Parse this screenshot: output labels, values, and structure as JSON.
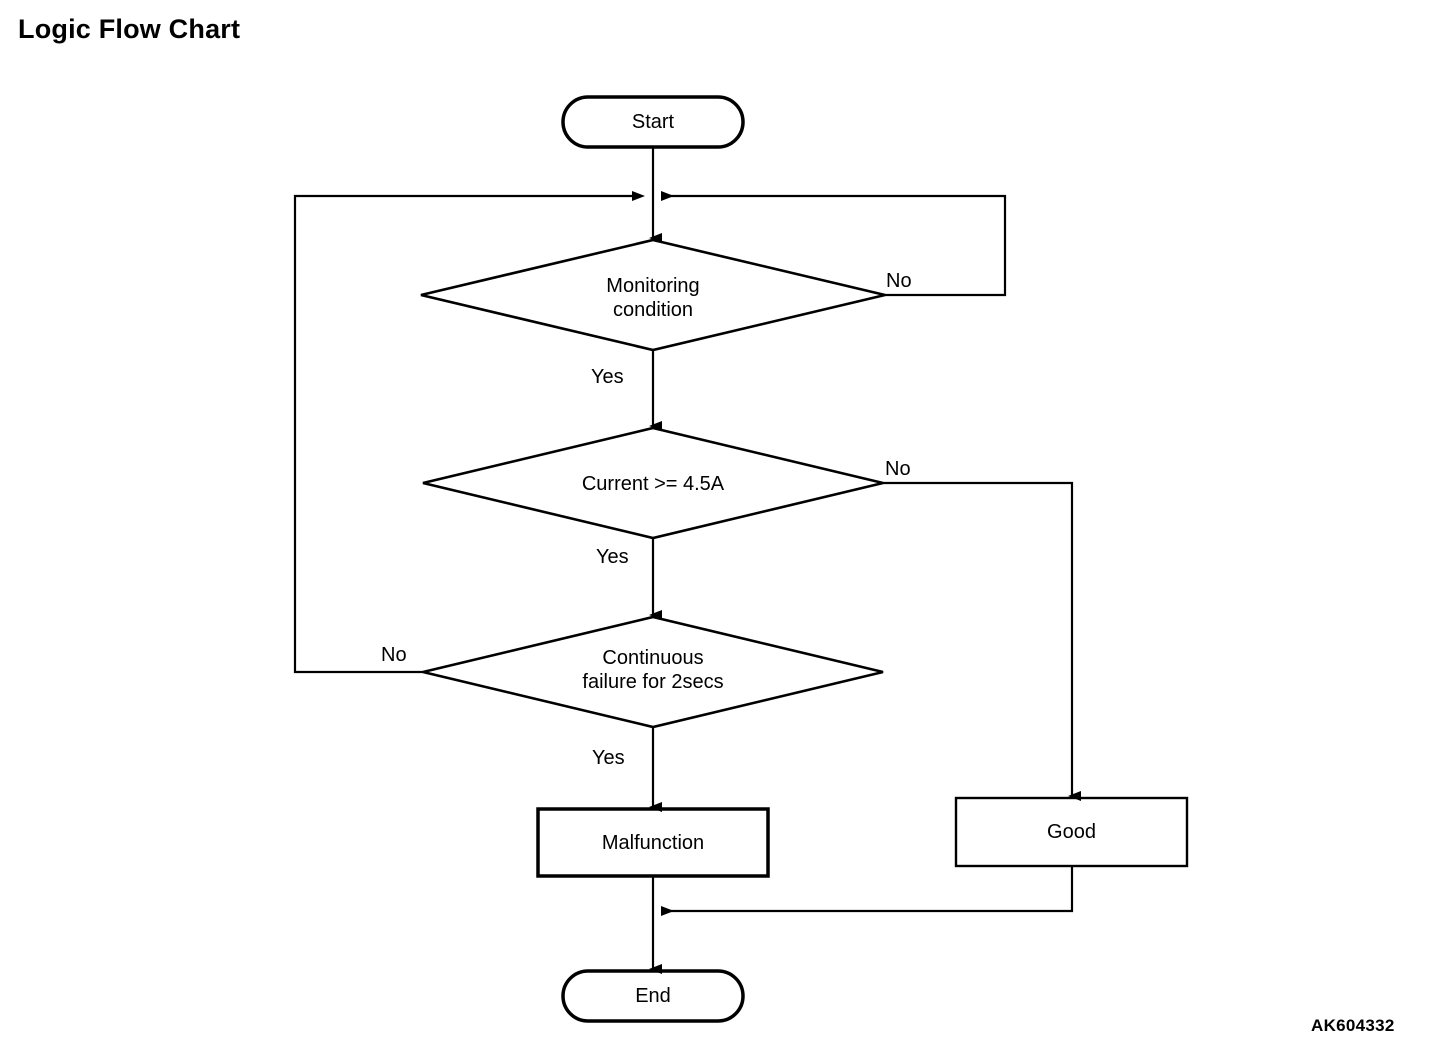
{
  "page": {
    "title": "Logic Flow Chart",
    "reference_code": "AK604332",
    "background_color": "#ffffff",
    "line_color": "#000000"
  },
  "chart_data": {
    "type": "diagram",
    "diagram_kind": "flowchart",
    "title": "Logic Flow Chart",
    "nodes": [
      {
        "id": "start",
        "shape": "stadium",
        "label": "Start"
      },
      {
        "id": "monitoring",
        "shape": "diamond",
        "label": "Monitoring\ncondition"
      },
      {
        "id": "current",
        "shape": "diamond",
        "label": "Current >= 4.5A"
      },
      {
        "id": "continuous",
        "shape": "diamond",
        "label": "Continuous\nfailure for 2secs"
      },
      {
        "id": "malfunction",
        "shape": "rectangle",
        "label": "Malfunction"
      },
      {
        "id": "good",
        "shape": "rectangle",
        "label": "Good"
      },
      {
        "id": "end",
        "shape": "stadium",
        "label": "End"
      }
    ],
    "edges": [
      {
        "from": "start",
        "to": "monitoring",
        "label": ""
      },
      {
        "from": "monitoring",
        "to": "monitoring",
        "label": "No",
        "route": "right-loop-back-to-entry"
      },
      {
        "from": "monitoring",
        "to": "current",
        "label": "Yes"
      },
      {
        "from": "current",
        "to": "good",
        "label": "No",
        "route": "right-down"
      },
      {
        "from": "current",
        "to": "continuous",
        "label": "Yes"
      },
      {
        "from": "continuous",
        "to": "monitoring",
        "label": "No",
        "route": "left-up-loop-back-to-entry"
      },
      {
        "from": "continuous",
        "to": "malfunction",
        "label": "Yes"
      },
      {
        "from": "malfunction",
        "to": "end",
        "label": ""
      },
      {
        "from": "good",
        "to": "end",
        "label": "",
        "route": "down-left-merge"
      }
    ],
    "labels": {
      "start": "Start",
      "monitoring_line1": "Monitoring",
      "monitoring_line2": "condition",
      "current": "Current >= 4.5A",
      "continuous_line1": "Continuous",
      "continuous_line2": "failure for 2secs",
      "malfunction": "Malfunction",
      "good": "Good",
      "end": "End",
      "yes_1": "Yes",
      "yes_2": "Yes",
      "yes_3": "Yes",
      "no_1": "No",
      "no_2": "No",
      "no_3": "No"
    }
  }
}
